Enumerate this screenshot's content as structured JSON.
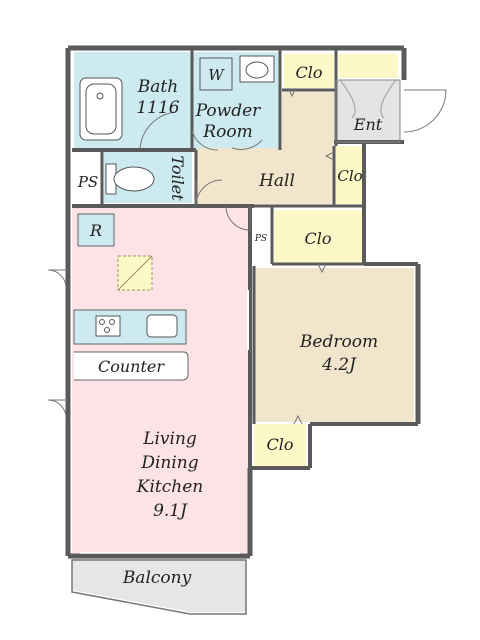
{
  "rooms": {
    "bath_name": "Bath",
    "bath_size": "1116",
    "powder_line1": "Powder",
    "powder_line2": "Room",
    "washer": "W",
    "toilet": "Toilet",
    "ps_left": "PS",
    "ps_small": "PS",
    "hall": "Hall",
    "entrance": "Ent",
    "refrigerator": "R",
    "counter": "Counter",
    "ldk_line1": "Living",
    "ldk_line2": "Dining",
    "ldk_line3": "Kitchen",
    "ldk_size": "9.1J",
    "bedroom_name": "Bedroom",
    "bedroom_size": "4.2J",
    "balcony": "Balcony"
  },
  "closets": {
    "top": "Clo",
    "right": "Clo",
    "hall_bedroom": "Clo",
    "bottom": "Clo"
  },
  "colors": {
    "wall": "#5a5a5a",
    "bath": "#cdeaf0",
    "ldk": "#fce3e6",
    "bedroom": "#f1e6cc",
    "hall": "#f1e6cc",
    "closet": "#fcf8c8",
    "entrance": "#e4e4e4",
    "balcony": "#e6e6e6"
  }
}
